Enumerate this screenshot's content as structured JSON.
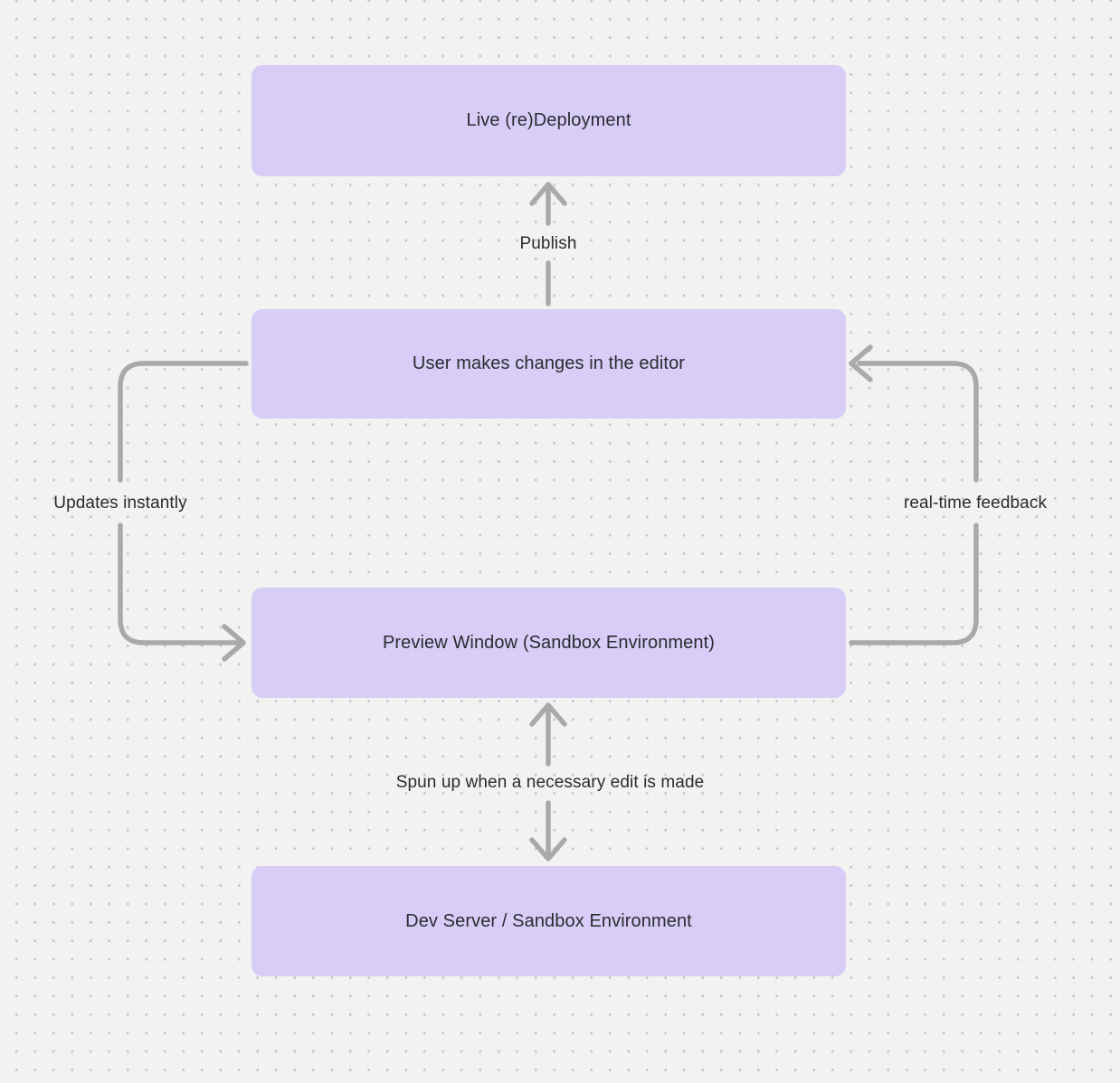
{
  "canvas": {
    "background_color": "#f2f2f1",
    "dot_color": "#c7c7c7",
    "node_fill_color": "#d7cdf7",
    "text_color": "#2b2b30",
    "arrow_color": "#a9a9a9"
  },
  "nodes": [
    {
      "id": "live-deployment",
      "label": "Live (re)Deployment"
    },
    {
      "id": "editor-changes",
      "label": "User makes changes in the editor"
    },
    {
      "id": "preview-window",
      "label": "Preview Window (Sandbox Environment)"
    },
    {
      "id": "dev-server",
      "label": "Dev Server / Sandbox Environment"
    }
  ],
  "edges": [
    {
      "id": "publish",
      "label": "Publish",
      "from": "editor-changes",
      "to": "live-deployment",
      "direction": "up"
    },
    {
      "id": "updates",
      "label": "Updates instantly",
      "from": "editor-changes",
      "to": "preview-window",
      "direction": "left-loop-down"
    },
    {
      "id": "feedback",
      "label": "real-time feedback",
      "from": "preview-window",
      "to": "editor-changes",
      "direction": "right-loop-up"
    },
    {
      "id": "spun-up",
      "label": "Spun up when a necessary edit is made",
      "from": "preview-window",
      "to": "dev-server",
      "bidirectional": true
    }
  ]
}
